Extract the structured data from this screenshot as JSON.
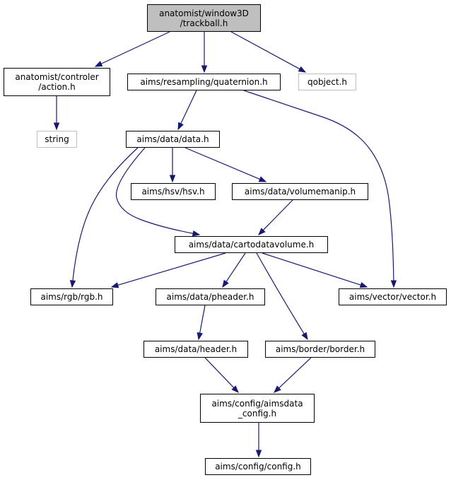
{
  "graph": {
    "nodes": [
      {
        "id": "trackball",
        "lines": [
          "anatomist/window3D",
          "/trackball.h"
        ],
        "style": "root"
      },
      {
        "id": "action",
        "lines": [
          "anatomist/controler",
          "/action.h"
        ],
        "style": "normal"
      },
      {
        "id": "quaternion",
        "lines": [
          "aims/resampling/quaternion.h"
        ],
        "style": "normal"
      },
      {
        "id": "qobject",
        "lines": [
          "qobject.h"
        ],
        "style": "external"
      },
      {
        "id": "string",
        "lines": [
          "string"
        ],
        "style": "external"
      },
      {
        "id": "data",
        "lines": [
          "aims/data/data.h"
        ],
        "style": "normal"
      },
      {
        "id": "hsv",
        "lines": [
          "aims/hsv/hsv.h"
        ],
        "style": "normal"
      },
      {
        "id": "volumemanip",
        "lines": [
          "aims/data/volumemanip.h"
        ],
        "style": "normal"
      },
      {
        "id": "cartodatavolume",
        "lines": [
          "aims/data/cartodatavolume.h"
        ],
        "style": "normal"
      },
      {
        "id": "rgb",
        "lines": [
          "aims/rgb/rgb.h"
        ],
        "style": "normal"
      },
      {
        "id": "pheader",
        "lines": [
          "aims/data/pheader.h"
        ],
        "style": "normal"
      },
      {
        "id": "vector",
        "lines": [
          "aims/vector/vector.h"
        ],
        "style": "normal"
      },
      {
        "id": "header",
        "lines": [
          "aims/data/header.h"
        ],
        "style": "normal"
      },
      {
        "id": "border",
        "lines": [
          "aims/border/border.h"
        ],
        "style": "normal"
      },
      {
        "id": "aimsdata_config",
        "lines": [
          "aims/config/aimsdata",
          "_config.h"
        ],
        "style": "normal"
      },
      {
        "id": "config",
        "lines": [
          "aims/config/config.h"
        ],
        "style": "normal"
      }
    ],
    "edges": [
      {
        "from": "trackball",
        "to": "action"
      },
      {
        "from": "trackball",
        "to": "quaternion"
      },
      {
        "from": "trackball",
        "to": "qobject"
      },
      {
        "from": "action",
        "to": "string"
      },
      {
        "from": "quaternion",
        "to": "data"
      },
      {
        "from": "quaternion",
        "to": "vector"
      },
      {
        "from": "data",
        "to": "hsv"
      },
      {
        "from": "data",
        "to": "volumemanip"
      },
      {
        "from": "data",
        "to": "rgb"
      },
      {
        "from": "data",
        "to": "cartodatavolume"
      },
      {
        "from": "volumemanip",
        "to": "cartodatavolume"
      },
      {
        "from": "cartodatavolume",
        "to": "rgb"
      },
      {
        "from": "cartodatavolume",
        "to": "pheader"
      },
      {
        "from": "cartodatavolume",
        "to": "vector"
      },
      {
        "from": "cartodatavolume",
        "to": "border"
      },
      {
        "from": "pheader",
        "to": "header"
      },
      {
        "from": "header",
        "to": "aimsdata_config"
      },
      {
        "from": "border",
        "to": "aimsdata_config"
      },
      {
        "from": "aimsdata_config",
        "to": "config"
      }
    ],
    "colors": {
      "edge": "#191970",
      "root_fill": "#bfbfbf",
      "node_border": "#000000",
      "external_border": "#bfbfbf"
    }
  }
}
